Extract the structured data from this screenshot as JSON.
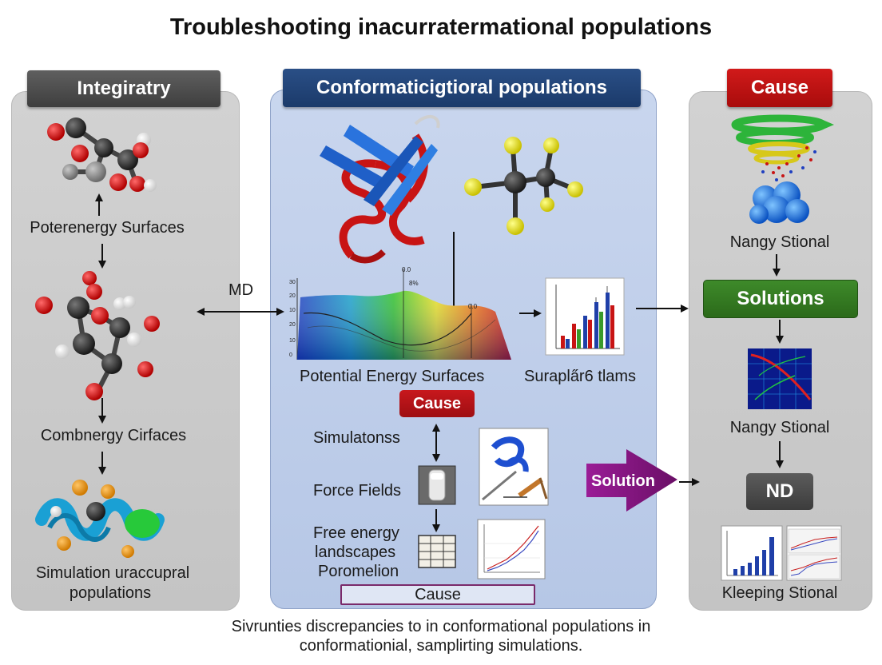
{
  "title": "Troubleshooting inacurratermational populations",
  "left": {
    "header": "Integiratry",
    "label1": "Poterenergy Surfaces",
    "label2": "Combnergy Cirfaces",
    "label3_line1": "Simulation uraccupral",
    "label3_line2": "populations"
  },
  "middle": {
    "header": "Conformaticigtioral populations",
    "md_label": "MD",
    "pes_label": "Potential Energy Surfaces",
    "bar_label": "Surapla̋r6 tlams",
    "cause_badge": "Cause",
    "simulations_label": "Simulatonss",
    "force_fields_label": "Force Fields",
    "free_energy_line1": "Free energy",
    "free_energy_line2": "landscapes",
    "free_energy_line3": "Poromelion",
    "bottom_cause": "Cause",
    "solution_arrow_label": "Solution"
  },
  "right": {
    "header": "Cause",
    "label1": "Nangy Stional",
    "solutions_badge": "Solutions",
    "label2": "Nangy Stional",
    "nd_badge": "ND",
    "label3": "Kleeping Stional"
  },
  "caption": {
    "line1": "Sivrunties discrepancies to in conformational populations in",
    "line2": "conformationial, samplirting simulations."
  },
  "colors": {
    "left_header": "#4a4a4a",
    "middle_header": "#1f4277",
    "right_header": "#be1212",
    "solutions_badge": "#357a22",
    "solution_arrow": "#7a1478",
    "cause_badge": "#b3141a"
  }
}
